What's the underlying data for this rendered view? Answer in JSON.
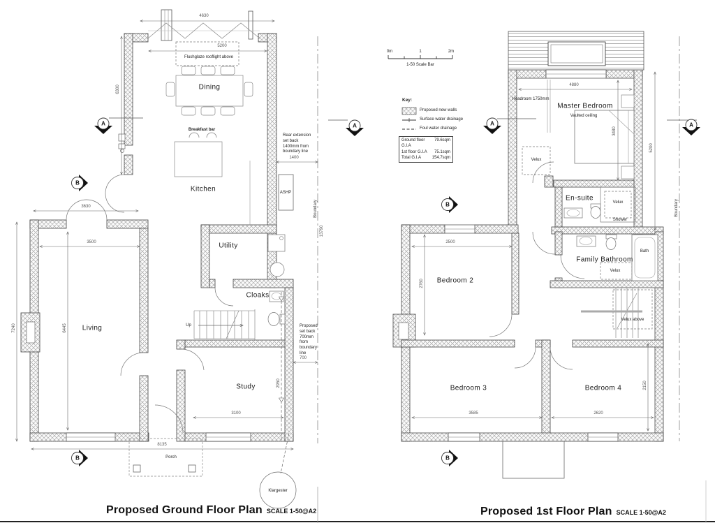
{
  "ground": {
    "title": "Proposed Ground Floor Plan",
    "scale": "SCALE 1-50@A2",
    "rooms": {
      "dining": "Dining",
      "kitchen": "Kitchen",
      "utility": "Utility",
      "cloaks": "Cloaks",
      "study": "Study",
      "living": "Living",
      "porch": "Porch",
      "up_label": "Up"
    },
    "labels": {
      "rooflight": "Flushglaze rooflight above",
      "breakfast_bar": "Breakfast bar",
      "ashp": "ASHP",
      "klargester": "Klargester",
      "boundary": "Boundary",
      "rear_setback_note": "Rear extension\nset back\n1400mm from\nboundary line",
      "front_setback_note": "Proposed\nset back\n700mm\nfrom\nboundary\nline"
    },
    "dims": {
      "opening_top": "4630",
      "rooflight_w": "5200",
      "extension_h": "6300",
      "living_doors_w": "3630",
      "living_w": "3500",
      "living_h": "6445",
      "overall_h": "7240",
      "overall_w": "8135",
      "study_w": "3100",
      "study_h": "2950",
      "rear_offset": "1400",
      "front_offset": "700",
      "boundary_len": "13790"
    }
  },
  "first": {
    "title": "Proposed 1st Floor Plan",
    "scale": "SCALE 1-50@A2",
    "rooms": {
      "master": "Master Bedroom",
      "master_note": "Vaulted ceiling",
      "ensuite": "En-suite",
      "family_bath": "Family Bathroom",
      "bed2": "Bedroom 2",
      "bed3": "Bedroom 3",
      "bed4": "Bedroom 4"
    },
    "labels": {
      "headroom": "Headroom 1750mm",
      "velux": "Velux",
      "shower": "Shower",
      "bath": "Bath",
      "velux_above": "Velux above",
      "boundary": "Boundary"
    },
    "dims": {
      "master_w": "4880",
      "master_block_h": "5200",
      "bed_zone_h": "3480",
      "bed2_w": "2500",
      "bed2_h": "2760",
      "bed3_w": "3585",
      "bed4_w": "2620",
      "bed4_h": "2150"
    }
  },
  "legend": {
    "scale_bar": {
      "start": "0m",
      "mid": "1",
      "end": "2m",
      "label": "1-50 Scale Bar"
    },
    "key_title": "Key:",
    "key_items": [
      {
        "label": "Proposed new walls"
      },
      {
        "label": "Surface water drainage"
      },
      {
        "label": "Foul water drainage"
      }
    ],
    "areas": [
      {
        "name": "Ground floor G.I.A",
        "value": "79.6sqm"
      },
      {
        "name": "1st floor G.I.A",
        "value": "75.1sqm"
      },
      {
        "name": "Total G.I.A",
        "value": "154.7sqm"
      }
    ]
  },
  "markers": {
    "section_a": "A",
    "section_b": "B"
  }
}
